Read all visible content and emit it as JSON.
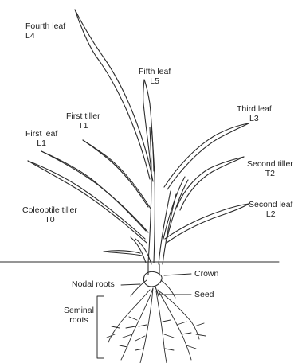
{
  "labels": {
    "fourth_leaf": {
      "name": "Fourth leaf",
      "code": "L4"
    },
    "fifth_leaf": {
      "name": "Fifth leaf",
      "code": "L5"
    },
    "first_tiller": {
      "name": "First tiller",
      "code": "T1"
    },
    "third_leaf": {
      "name": "Third leaf",
      "code": "L3"
    },
    "first_leaf": {
      "name": "First leaf",
      "code": "L1"
    },
    "second_tiller": {
      "name": "Second tiller",
      "code": "T2"
    },
    "second_leaf": {
      "name": "Second leaf",
      "code": "L2"
    },
    "coleoptile_tiller": {
      "name": "Coleoptile tiller",
      "code": "T0"
    },
    "crown": "Crown",
    "nodal_roots": "Nodal roots",
    "seed": "Seed",
    "seminal_roots": {
      "line1": "Seminal",
      "line2": "roots"
    }
  },
  "colors": {
    "ink": "#2b2b2b",
    "background": "#ffffff"
  }
}
